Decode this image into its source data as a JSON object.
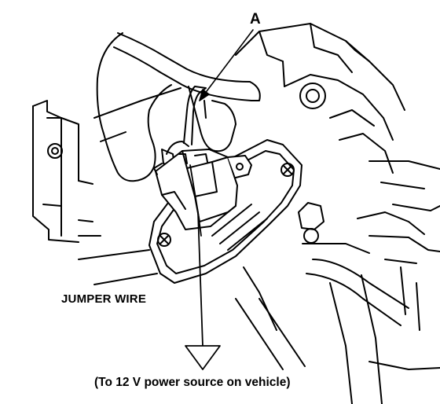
{
  "diagram": {
    "callouts": {
      "part_a": "A",
      "jumper_wire": "JUMPER WIRE",
      "power_source": "(To 12 V power source on vehicle)"
    },
    "colors": {
      "line": "#000000",
      "fill": "#ffffff"
    }
  }
}
